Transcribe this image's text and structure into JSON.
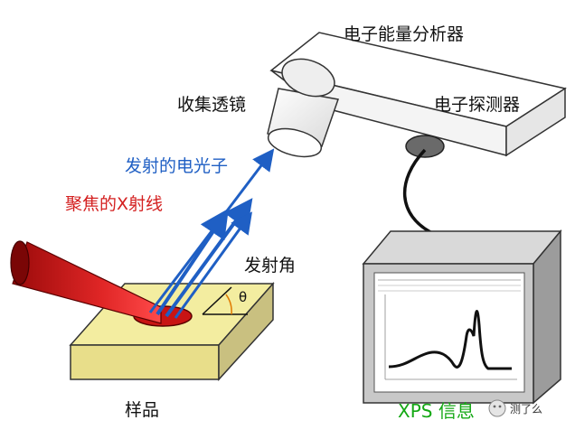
{
  "labels": {
    "analyzer": "电子能量分析器",
    "lens": "收集透镜",
    "detector": "电子探测器",
    "emitted_electrons": "发射的电光子",
    "xray": "聚焦的X射线",
    "angle": "发射角",
    "theta": "θ",
    "sample": "样品",
    "xps_info": "XPS 信息"
  },
  "watermark": {
    "text": "测了么"
  },
  "colors": {
    "xray": "#d81e1e",
    "electron_arrow": "#1f5fc4",
    "sample_top": "#f3eda0",
    "sample_side": "#c9c080",
    "monitor_frame": "#c8c8c8",
    "xps_label": "#14a814"
  }
}
